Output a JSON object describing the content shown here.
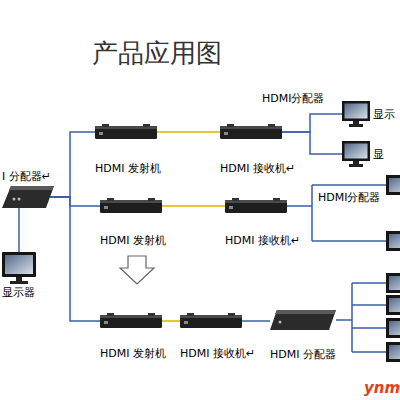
{
  "diagram": {
    "title": "产品应用图",
    "nodes": [
      {
        "text": [
          "I 分配器↵"
        ]
      },
      {
        "text": [
          "显示器"
        ]
      },
      {
        "text": [
          "HDMI 发射机"
        ]
      },
      {
        "text": [
          "HDMI 接收机↵"
        ]
      },
      {
        "text": [
          "显示"
        ]
      },
      {
        "text": [
          "显"
        ]
      },
      {
        "text": [
          "HDMI 发射机"
        ]
      },
      {
        "text": [
          "HDMI 接收机↵"
        ]
      },
      {
        "text": [
          "HDMI 发射机"
        ]
      },
      {
        "text": [
          "HDMI 接收机↵"
        ]
      },
      {
        "text": [
          "HDMI 分配器"
        ]
      }
    ],
    "edges": [
      {
        "from": 0,
        "to": 1,
        "arrow": "none"
      },
      {
        "from": 0,
        "to": 2,
        "arrow": "none"
      },
      {
        "from": 0,
        "to": 6,
        "arrow": "none"
      },
      {
        "from": 0,
        "to": 8,
        "arrow": "none"
      },
      {
        "from": 2,
        "to": 3,
        "arrow": "none"
      },
      {
        "from": 6,
        "to": 7,
        "arrow": "none"
      },
      {
        "from": 8,
        "to": 9,
        "arrow": "none"
      },
      {
        "from": 3,
        "to": 4,
        "arrow": "none"
      },
      {
        "from": 3,
        "to": 5,
        "arrow": "none"
      },
      {
        "from": 9,
        "to": 10,
        "arrow": "none"
      }
    ],
    "labels": [
      "HDMI分配器",
      "HDMI分配器",
      "ynm"
    ]
  }
}
